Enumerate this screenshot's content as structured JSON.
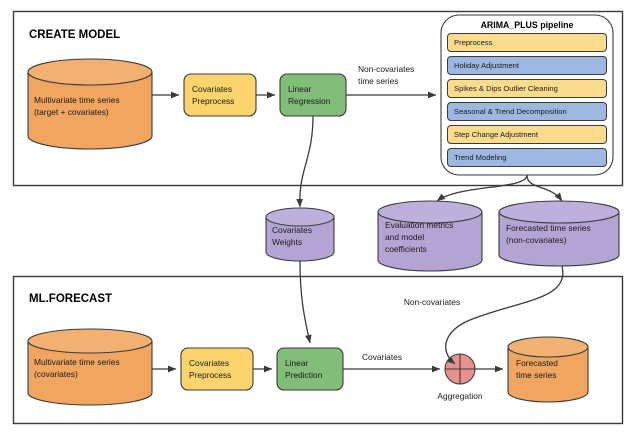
{
  "diagram": {
    "title_create_model": "CREATE MODEL",
    "title_ml_forecast": "ML.FORECAST"
  },
  "colors": {
    "orange": "#F0A561",
    "orange_top": "#F2B172",
    "yellow": "#FBD46D",
    "yellow_pipe": "#FBDC8E",
    "green": "#82BE79",
    "purple": "#B3A4D4",
    "purple_top": "#BEB0DC",
    "blue": "#9DB8E0",
    "pink": "#E8918F",
    "stroke": "#3b3b3b",
    "background": "#FFFFFF"
  },
  "create_model": {
    "source_cylinder": {
      "line1": "Multivariate time series",
      "line2": "(target + covariates)"
    },
    "preprocess_box": {
      "line1": "Covariates",
      "line2": "Preprocess"
    },
    "regression_box": {
      "line1": "Linear",
      "line2": "Regression"
    },
    "edge_label_noncov": {
      "line1": "Non-covariates",
      "line2": "time series"
    },
    "pipeline": {
      "title": "ARIMA_PLUS pipeline",
      "steps": [
        {
          "label": "Preprocess",
          "color": "yellow"
        },
        {
          "label": "Holiday Adjustment",
          "color": "blue"
        },
        {
          "label": "Spikes & Dips Outlier Cleaning",
          "color": "yellow"
        },
        {
          "label": "Seasonal & Trend Decomposition",
          "color": "blue"
        },
        {
          "label": "Step Change Adjustment",
          "color": "yellow"
        },
        {
          "label": "Trend Modeling",
          "color": "blue"
        }
      ]
    }
  },
  "intermediate_stores": [
    {
      "name": "covariates-weights",
      "line1": "Covariates",
      "line2": "Weights",
      "line3": ""
    },
    {
      "name": "evaluation-metrics",
      "line1": "Evaluation metrics",
      "line2": "and model",
      "line3": "coefficients"
    },
    {
      "name": "forecasted-noncovariates",
      "line1": "Forecasted time series",
      "line2": "(non-covariates)",
      "line3": ""
    }
  ],
  "ml_forecast": {
    "source_cylinder": {
      "line1": "Multivariate time series",
      "line2": "(covariates)"
    },
    "preprocess_box": {
      "line1": "Covariates",
      "line2": "Preprocess"
    },
    "prediction_box": {
      "line1": "Linear",
      "line2": "Prediction"
    },
    "edge_label_covariates": "Covariates",
    "edge_label_noncovariates": "Non-covariates",
    "aggregation_label": "Aggregation",
    "output_cylinder": {
      "line1": "Forecasted",
      "line2": "time series"
    }
  }
}
